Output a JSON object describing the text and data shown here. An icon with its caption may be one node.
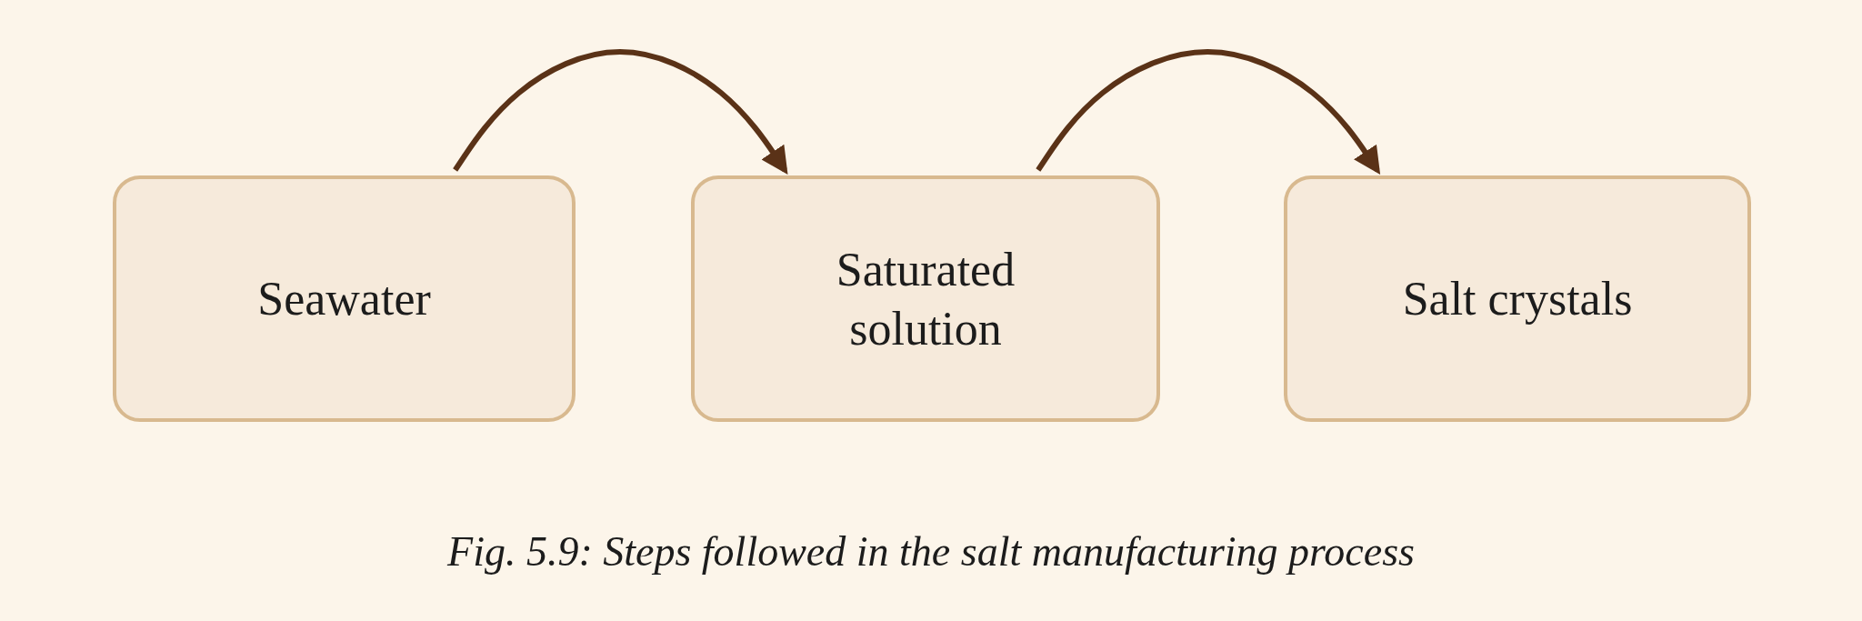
{
  "diagram": {
    "caption": "Fig. 5.9: Steps followed in the salt manufacturing process",
    "nodes": [
      {
        "text": [
          "Seawater"
        ]
      },
      {
        "text": [
          "Saturated solution"
        ]
      },
      {
        "text": [
          "Salt crystals"
        ]
      }
    ],
    "edges": [
      {
        "from": 0,
        "to": 1,
        "arrow": "to"
      },
      {
        "from": 1,
        "to": 2,
        "arrow": "to"
      }
    ]
  }
}
